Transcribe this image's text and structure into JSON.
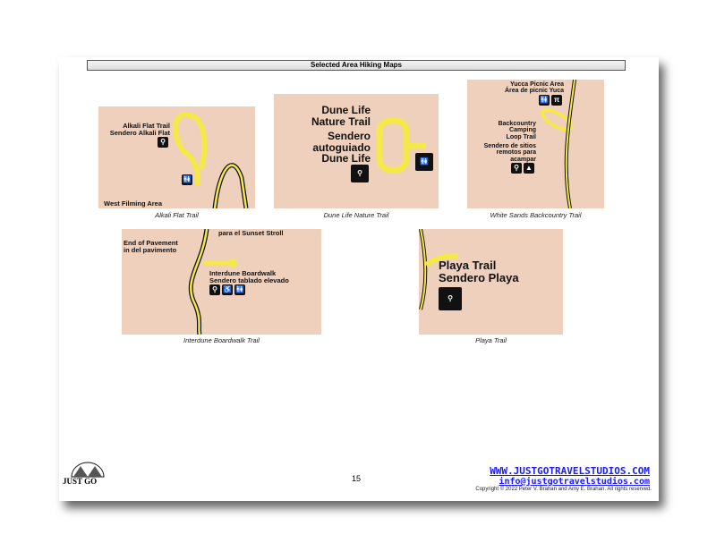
{
  "header": {
    "title": "Selected Area Hiking Maps"
  },
  "maps": [
    {
      "caption": "Alkali Flat Trail",
      "labels": [
        "Alkali Flat Trail",
        "Sendero Alkali Flat",
        "West Filming Area"
      ]
    },
    {
      "caption": "Dune Life Nature Trail",
      "labels": [
        "Dune Life",
        "Nature Trail",
        "Sendero",
        "autoguiado",
        "Dune Life"
      ]
    },
    {
      "caption": "White Sands Backcountry Trail",
      "labels": [
        "Yucca Picnic Area",
        "Área de picnic Yuca",
        "Backcountry",
        "Camping",
        "Loop Trail",
        "Sendero de sitios",
        "remotos para",
        "acampar"
      ]
    },
    {
      "caption": "Interdune Boardwalk Trail",
      "labels": [
        "para el Sunset Stroll",
        "End of Pavement",
        "in del pavimento",
        "Interdune Boardwalk",
        "Sendero tablado elevado"
      ]
    },
    {
      "caption": "Playa Trail",
      "labels": [
        "Playa Trail",
        "Sendero Playa"
      ]
    }
  ],
  "footer": {
    "page_number": "15",
    "website": "WWW.JUSTGOTRAVELSTUDIOS.COM",
    "email": "info@justgotravelstudios.com",
    "copyright": "Copyright © 2022 Peter V. Brahan and Amy E. Brahan.  All rights reserved.",
    "logo_text": "JUST GO"
  }
}
